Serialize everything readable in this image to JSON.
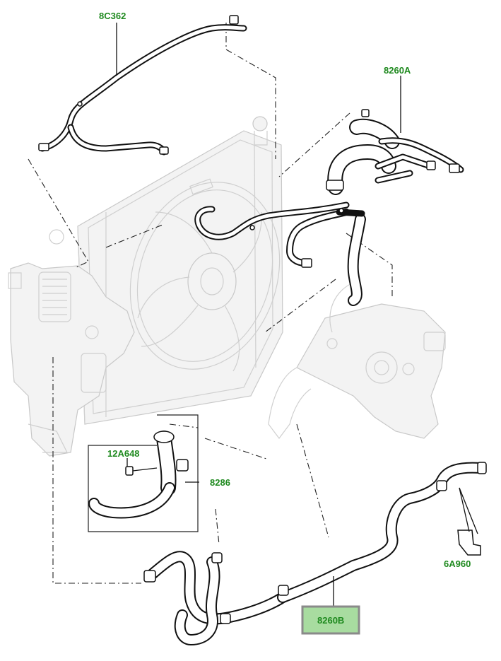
{
  "callouts": {
    "c8C362": "8C362",
    "c8260A": "8260A",
    "c12A648": "12A648",
    "c8286": "8286",
    "c6A960": "6A960",
    "c8260B": "8260B"
  },
  "colors": {
    "callout_text": "#1f8a1f",
    "highlight_fill": "#a8dca0",
    "highlight_border": "#8a8a8a",
    "line": "#111111",
    "ghost": "#cfcfcf"
  },
  "highlighted_callout": "8260B"
}
